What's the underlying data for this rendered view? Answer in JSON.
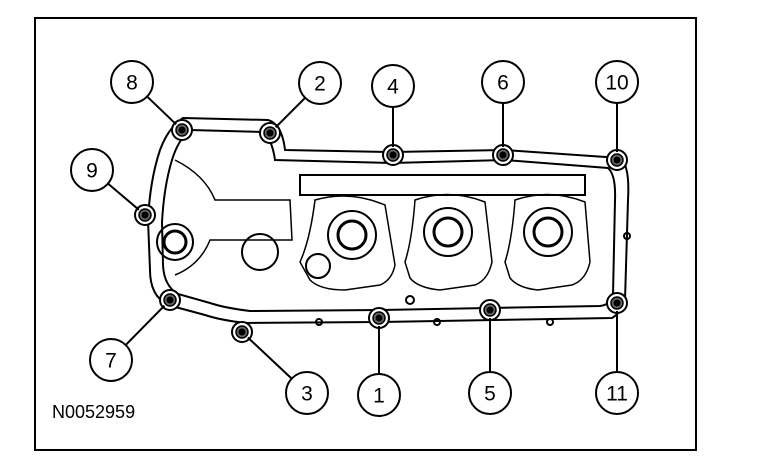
{
  "figure": {
    "id_label": "N0052959"
  },
  "callouts": [
    {
      "label": "1"
    },
    {
      "label": "2"
    },
    {
      "label": "3"
    },
    {
      "label": "4"
    },
    {
      "label": "5"
    },
    {
      "label": "6"
    },
    {
      "label": "7"
    },
    {
      "label": "8"
    },
    {
      "label": "9"
    },
    {
      "label": "10"
    },
    {
      "label": "11"
    }
  ]
}
